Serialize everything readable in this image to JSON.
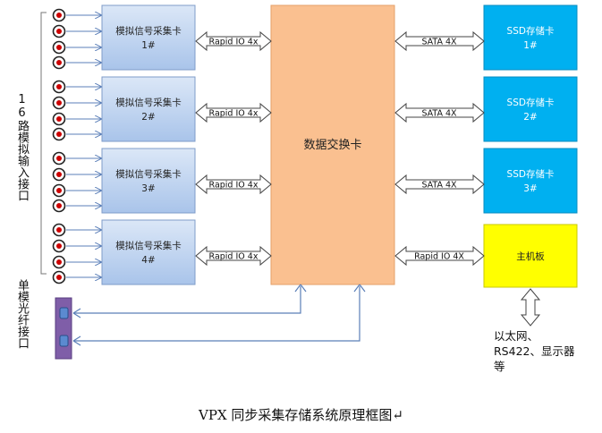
{
  "left_labels": {
    "analog_input": "16路模拟输入接口",
    "fiber": "单模光纤接口"
  },
  "acq_cards": [
    {
      "title": "模拟信号采集卡",
      "num": "1#",
      "link": "Rapid IO 4x"
    },
    {
      "title": "模拟信号采集卡",
      "num": "2#",
      "link": "Rapid IO 4x"
    },
    {
      "title": "模拟信号采集卡",
      "num": "3#",
      "link": "Rapid IO 4x"
    },
    {
      "title": "模拟信号采集卡",
      "num": "4#",
      "link": "Rapid IO 4x"
    }
  ],
  "switch_card": "数据交换卡",
  "ssd_cards": [
    {
      "title": "SSD存储卡",
      "num": "1#",
      "link": "SATA 4X"
    },
    {
      "title": "SSD存储卡",
      "num": "2#",
      "link": "SATA 4X"
    },
    {
      "title": "SSD存储卡",
      "num": "3#",
      "link": "SATA 4X"
    }
  ],
  "mainboard": {
    "title": "主机板",
    "link": "Rapid IO 4X"
  },
  "external": "以太网、RS422、显示器等",
  "caption": "VPX 同步采集存储系统原理框图↵",
  "colors": {
    "acq_card": "#c6d9f1",
    "switch": "#fac090",
    "ssd": "#00b0f0",
    "mainboard": "#ffff00",
    "connector": "#7f5ea8",
    "input_port": "#cc0000"
  }
}
